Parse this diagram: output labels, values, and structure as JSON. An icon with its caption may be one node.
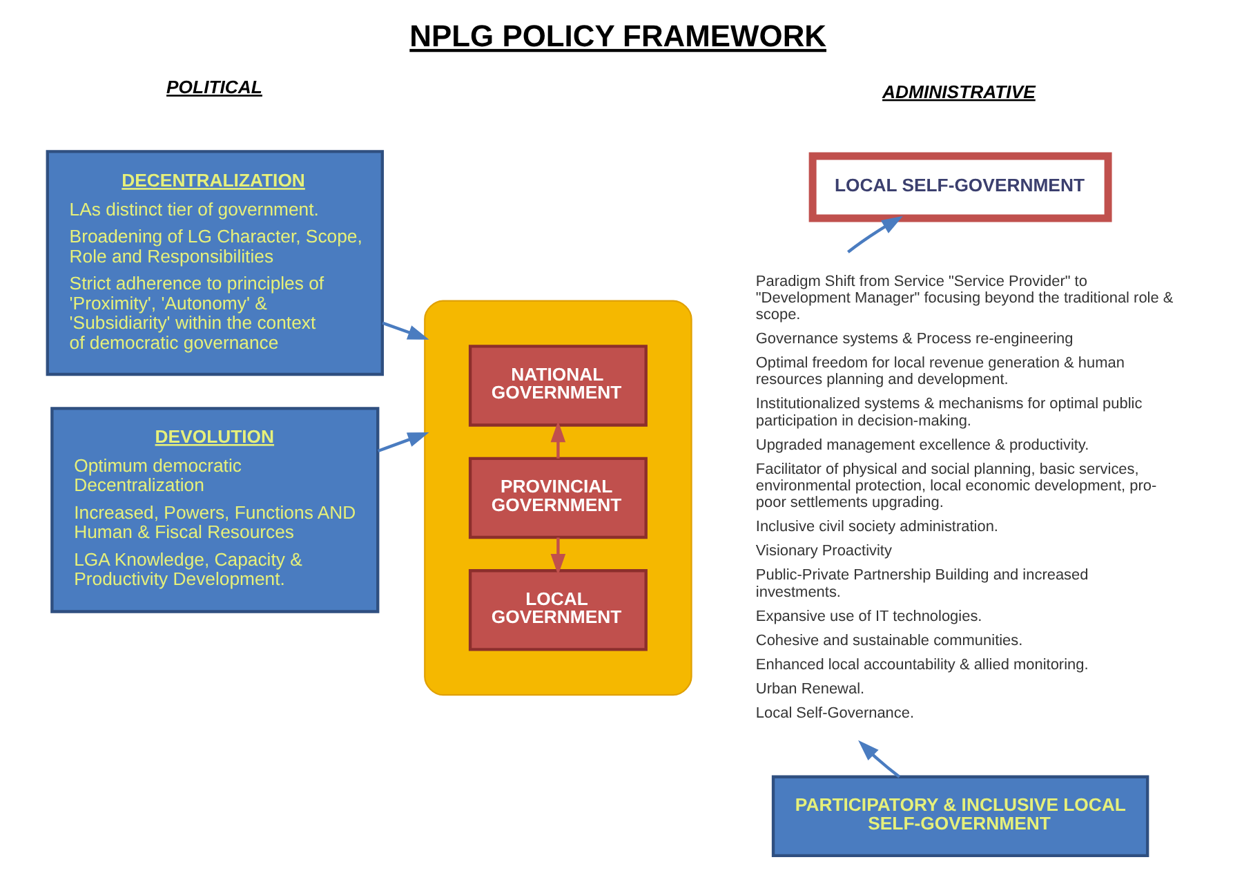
{
  "diagram": {
    "title": "NPLG POLICY FRAMEWORK",
    "nodes": [
      {
        "text": [
          "DECENTRALIZATION",
          "LAs distinct tier of government.",
          "Broadening of LG Character, Scope, Role and Responsibilities",
          "Strict adherence to principles of 'Proximity', 'Autonomy' & 'Subsidiarity' within the context of democratic governance"
        ]
      },
      {
        "text": [
          "DEVOLUTION",
          "Optimum democratic Decentralization",
          "Increased, Powers, Functions AND Human & Fiscal Resources",
          "LGA Knowledge, Capacity & Productivity Development."
        ]
      },
      {
        "text": [],
        "shape": "ellipse"
      },
      {
        "text": [
          "NATIONAL GOVERNMENT"
        ],
        "in": 2
      },
      {
        "text": [
          "PROVINCIAL GOVERNMENT"
        ],
        "in": 2
      },
      {
        "text": [
          "LOCAL GOVERNMENT"
        ],
        "in": 2
      },
      {
        "text": [
          "LOCAL SELF-GOVERNMENT"
        ]
      },
      {
        "text": [
          "Paradigm Shift from Service \"Service Provider\" to \"Development Manager\" focusing beyond the traditional role & scope.",
          "Governance systems & Process re-engineering",
          "Optimal freedom for local revenue generation & human resources planning and development.",
          "Institutionalized systems & mechanisms for optimal public participation in decision-making.",
          "Upgraded management excellence & productivity.",
          "Facilitator of physical and social planning, basic services, environmental protection, local economic development, pro-poor settlements upgrading.",
          "Inclusive civil society administration.",
          "Visionary Proactivity",
          "Public-Private Partnership Building and increased investments.",
          "Expansive use of IT technologies.",
          "Cohesive and sustainable communities.",
          "Enhanced local accountability & allied monitoring.",
          "Urban Renewal.",
          "Local Self-Governance."
        ]
      },
      {
        "text": [
          "PARTICIPATORY & INCLUSIVE LOCAL SELF-GOVERNMENT"
        ]
      }
    ],
    "edges": [
      {
        "from": 0,
        "to": 2,
        "arrow": "to"
      },
      {
        "from": 1,
        "to": 2,
        "arrow": "to"
      },
      {
        "from": 4,
        "to": 3,
        "arrow": "to",
        "color": "#c0504d"
      },
      {
        "from": 4,
        "to": 5,
        "arrow": "to",
        "color": "#c0504d"
      },
      {
        "from": 7,
        "to": 6,
        "arrow": "to"
      },
      {
        "from": 8,
        "to": 7,
        "arrow": "to"
      }
    ],
    "labels": [
      "POLITICAL",
      "ADMINISTRATIVE"
    ]
  }
}
